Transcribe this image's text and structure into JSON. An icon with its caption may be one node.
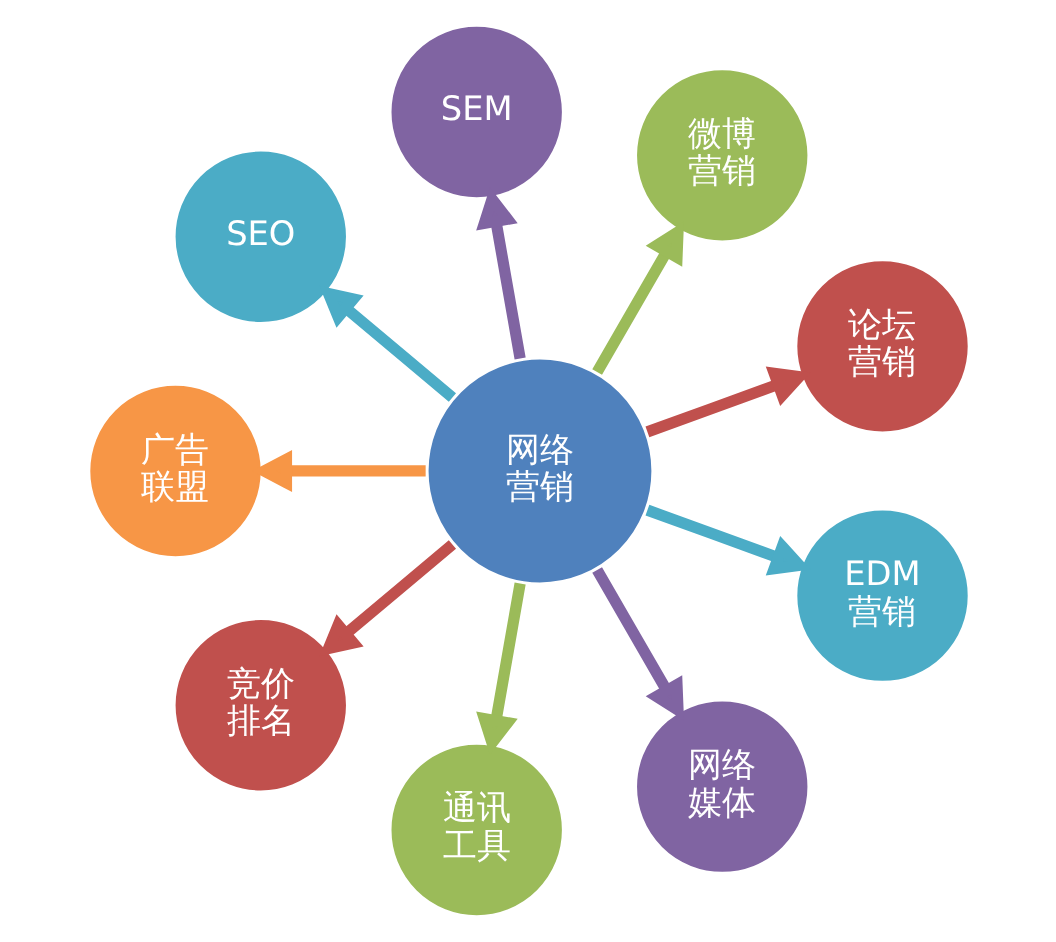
{
  "diagram": {
    "nodes": [
      {
        "text": [
          "网络营销"
        ]
      },
      {
        "text": [
          "论坛营销"
        ]
      },
      {
        "text": [
          "微博营销"
        ]
      },
      {
        "text": [
          "SEM"
        ]
      },
      {
        "text": [
          "SEO"
        ]
      },
      {
        "text": [
          "广告联盟"
        ]
      },
      {
        "text": [
          "竞价排名"
        ]
      },
      {
        "text": [
          "通讯工具"
        ]
      },
      {
        "text": [
          "网络媒体"
        ]
      },
      {
        "text": [
          "EDM营销"
        ]
      }
    ],
    "edges": [
      {
        "from": 0,
        "to": 1,
        "arrow": "to",
        "color": "#c0504d"
      },
      {
        "from": 0,
        "to": 2,
        "arrow": "to",
        "color": "#9bbb59"
      },
      {
        "from": 0,
        "to": 3,
        "arrow": "to",
        "color": "#8064a2"
      },
      {
        "from": 0,
        "to": 4,
        "arrow": "to",
        "color": "#4bacc6"
      },
      {
        "from": 0,
        "to": 5,
        "arrow": "to",
        "color": "#f79646"
      },
      {
        "from": 0,
        "to": 6,
        "arrow": "to",
        "color": "#c0504d"
      },
      {
        "from": 0,
        "to": 7,
        "arrow": "to",
        "color": "#9bbb59"
      },
      {
        "from": 0,
        "to": 8,
        "arrow": "to",
        "color": "#8064a2"
      },
      {
        "from": 0,
        "to": 9,
        "arrow": "to",
        "color": "#4bacc6"
      }
    ]
  }
}
